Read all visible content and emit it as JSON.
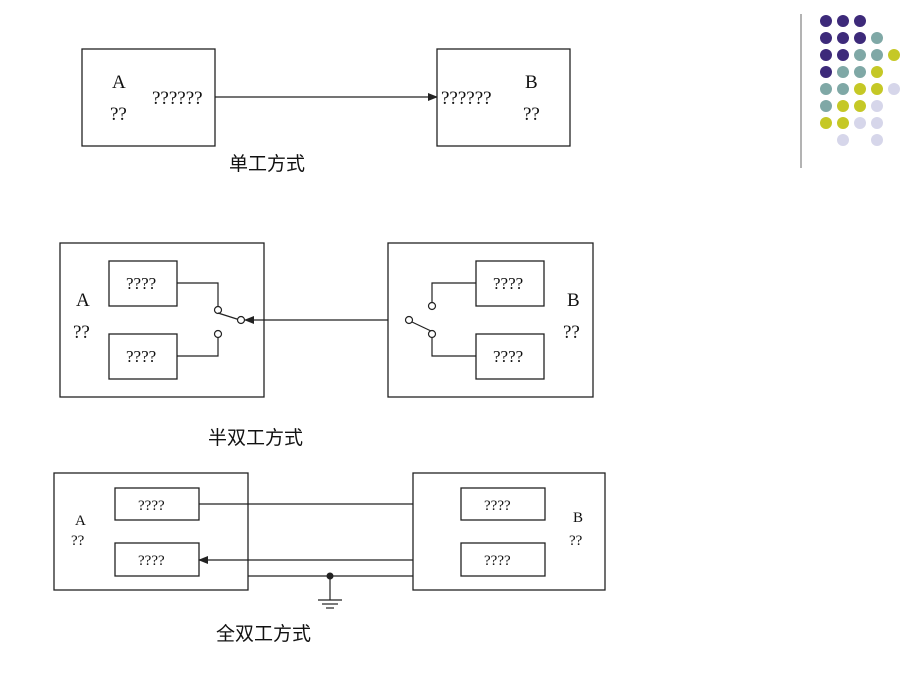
{
  "decoration": {
    "dot_colors": {
      "purple": "#3d2a7a",
      "teal": "#7fa8a6",
      "yellow": "#c5c826",
      "lavender": "#d6d6ea"
    },
    "divider_color": "#8a8a8a"
  },
  "simplex": {
    "caption": "单工方式",
    "station_a": {
      "letter": "A",
      "sub": "??",
      "device": "??????"
    },
    "station_b": {
      "letter": "B",
      "sub": "??",
      "device": "??????"
    }
  },
  "half_duplex": {
    "caption": "半双工方式",
    "station_a": {
      "letter": "A",
      "sub": "??",
      "top_device": "????",
      "bottom_device": "????"
    },
    "station_b": {
      "letter": "B",
      "sub": "??",
      "top_device": "????",
      "bottom_device": "????"
    }
  },
  "full_duplex": {
    "caption": "全双工方式",
    "station_a": {
      "letter": "A",
      "sub": "??",
      "top_device": "????",
      "bottom_device": "????"
    },
    "station_b": {
      "letter": "B",
      "sub": "??",
      "top_device": "????",
      "bottom_device": "????"
    }
  }
}
